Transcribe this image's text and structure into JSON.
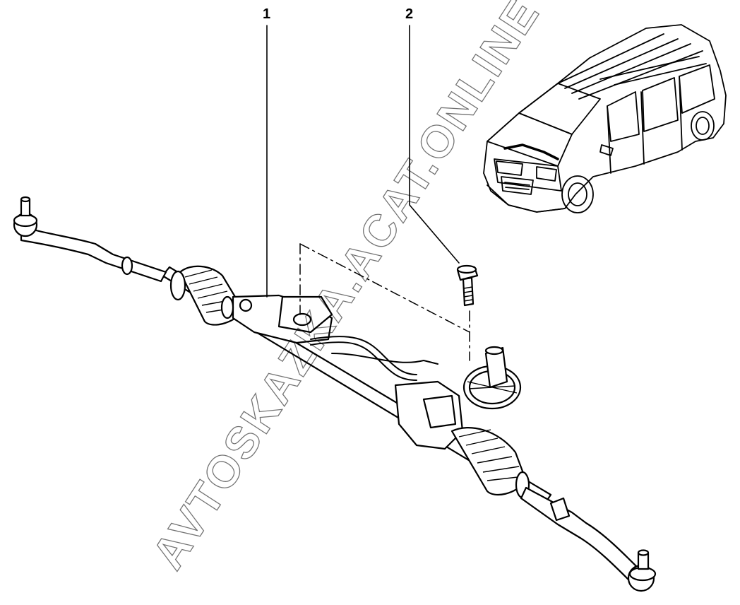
{
  "callouts": [
    {
      "number": "1"
    },
    {
      "number": "2"
    }
  ],
  "watermark": {
    "text": "AVTOSKAZKA.ACAT.ONLINE"
  },
  "colors": {
    "line": "#000000",
    "background": "#ffffff"
  }
}
